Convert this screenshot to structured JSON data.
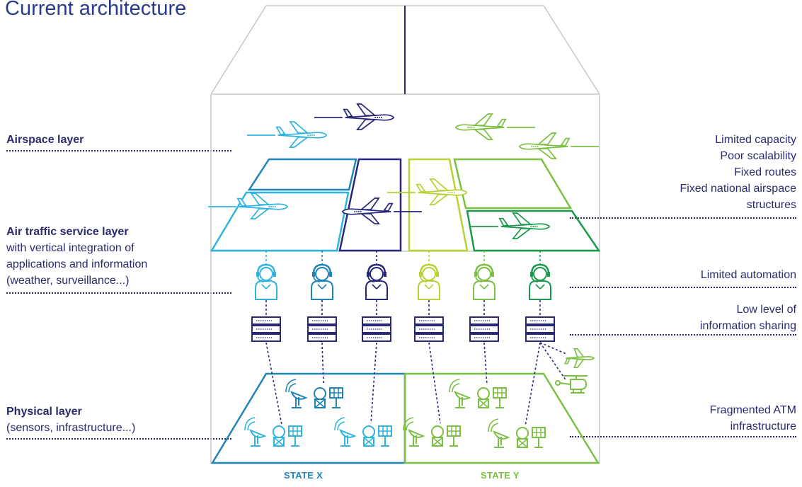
{
  "title": "Current architecture",
  "left_labels": {
    "airspace": {
      "heading": "Airspace layer"
    },
    "ats": {
      "heading": "Air traffic service layer",
      "lines": [
        "with vertical integration of",
        "applications and information",
        "(weather, surveillance...)"
      ]
    },
    "physical": {
      "heading": "Physical layer",
      "lines": [
        "(sensors, infrastructure...)"
      ]
    }
  },
  "right_labels": {
    "airspace_issues": [
      "Limited capacity",
      "Poor scalability",
      "Fixed routes",
      "Fixed national airspace",
      "structures"
    ],
    "automation": [
      "Limited automation"
    ],
    "sharing": [
      "Low level of",
      "information sharing"
    ],
    "infra": [
      "Fragmented ATM",
      "infrastructure"
    ]
  },
  "states": {
    "left": "STATE X",
    "right": "STATE Y"
  },
  "colors": {
    "navy": "#27287a",
    "cyan": "#2fb4e0",
    "teal": "#1f84b8",
    "lime": "#b5d334",
    "green": "#7cc043",
    "darkgreen": "#1a9a4a",
    "frame": "#c8c8c8"
  }
}
